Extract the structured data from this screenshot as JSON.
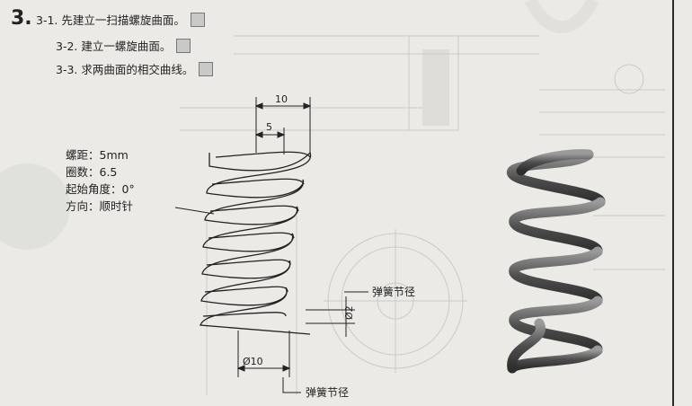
{
  "step_number": "3.",
  "steps": [
    {
      "label": "3-1. 先建立一扫描螺旋曲面。",
      "icon": "sweep-surface-icon"
    },
    {
      "label": "3-2. 建立一螺旋曲面。",
      "icon": "helix-surface-icon"
    },
    {
      "label": "3-3. 求两曲面的相交曲线。",
      "icon": "intersect-curve-icon"
    }
  ],
  "parameters": [
    "螺距：5mm",
    "圈数：6.5",
    "起始角度：0°",
    "方向：顺时针"
  ],
  "dimensions": {
    "top_width": "10",
    "top_half": "5",
    "bottom_diameter": "Ø10",
    "wire_diameter": "Ø2"
  },
  "callouts": {
    "pitch_diameter_right": "弹簧节径",
    "pitch_diameter_bottom": "弹簧节径"
  },
  "colors": {
    "ink": "#222222",
    "paper": "#ebeae6",
    "spring_render": "#5a5a5a"
  }
}
